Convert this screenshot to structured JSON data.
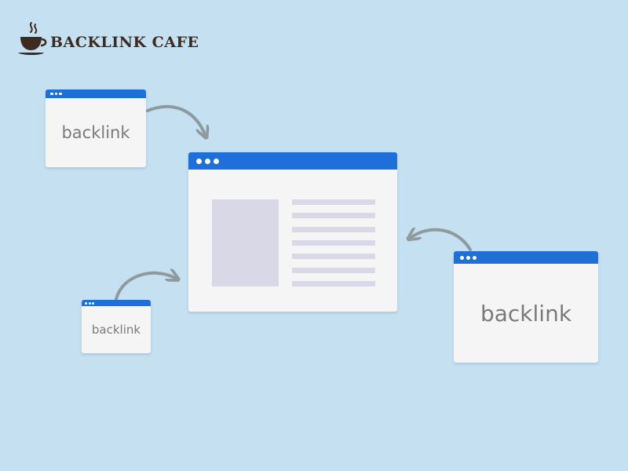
{
  "colors": {
    "background": "#c5e0f0",
    "window_bar": "#1f6fd8",
    "window_body": "#f5f5f5",
    "placeholder": "#d8d8e6",
    "arrow": "#8f9a9f",
    "label_text": "#7a7a7a",
    "logo": "#3d2b1f"
  },
  "logo": {
    "icon": "coffee-cup-icon",
    "text": "BACKLINK CAFE"
  },
  "windows": {
    "backlink_top_left": {
      "label": "backlink"
    },
    "backlink_bottom_left": {
      "label": "backlink"
    },
    "backlink_right": {
      "label": "backlink"
    },
    "main_page": {
      "text_line_count": 7
    }
  },
  "arrows": [
    {
      "from": "backlink_top_left",
      "to": "main_page"
    },
    {
      "from": "backlink_bottom_left",
      "to": "main_page"
    },
    {
      "from": "backlink_right",
      "to": "main_page"
    }
  ]
}
